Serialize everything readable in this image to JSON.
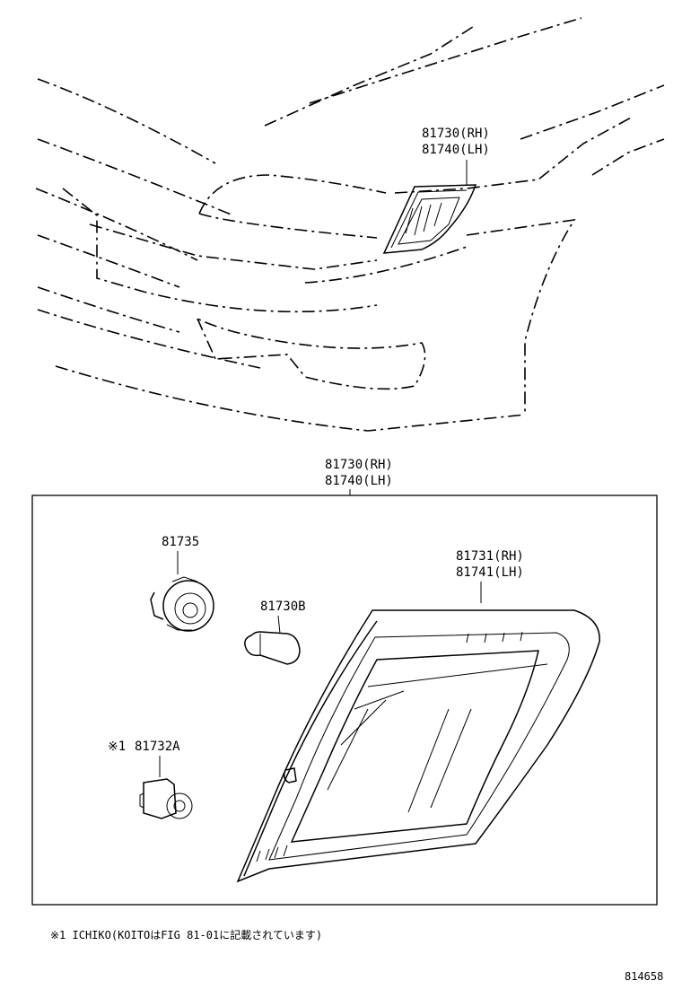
{
  "diagram": {
    "top_callout": {
      "line1": "81730(RH)",
      "line2": "81740(LH)"
    },
    "box_callout": {
      "line1": "81730(RH)",
      "line2": "81740(LH)"
    },
    "parts": {
      "socket": "81735",
      "bulb": "81730B",
      "lens": {
        "line1": "81731(RH)",
        "line2": "81741(LH)"
      },
      "alt_socket": {
        "mark": "※1",
        "number": "81732A"
      }
    },
    "footnote": "※1  ICHIKO(KOITOはFIG 81-01に記載されています)",
    "figure_id": "814658"
  }
}
